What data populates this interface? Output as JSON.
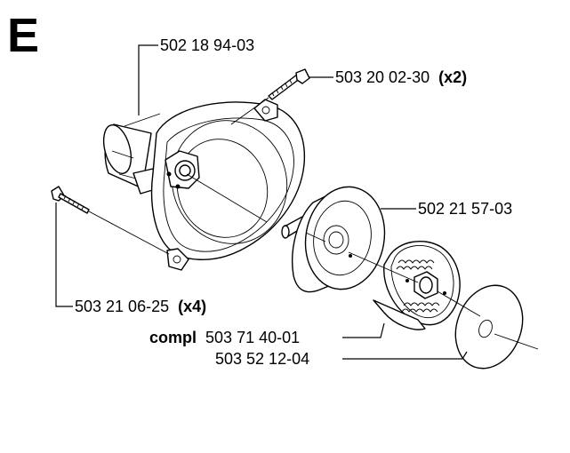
{
  "section_letter": "E",
  "parts": [
    {
      "number": "502 18 94-03",
      "qty": ""
    },
    {
      "number": "503 20 02-30",
      "qty": "(x2)"
    },
    {
      "number": "502 21 57-03",
      "qty": ""
    },
    {
      "number": "503 21 06-25",
      "qty": "(x4)"
    },
    {
      "prefix": "compl",
      "number": "503 71 40-01",
      "qty": ""
    },
    {
      "number": "503 52 12-04",
      "qty": ""
    }
  ],
  "colors": {
    "ink": "#000000",
    "paper": "#ffffff"
  }
}
